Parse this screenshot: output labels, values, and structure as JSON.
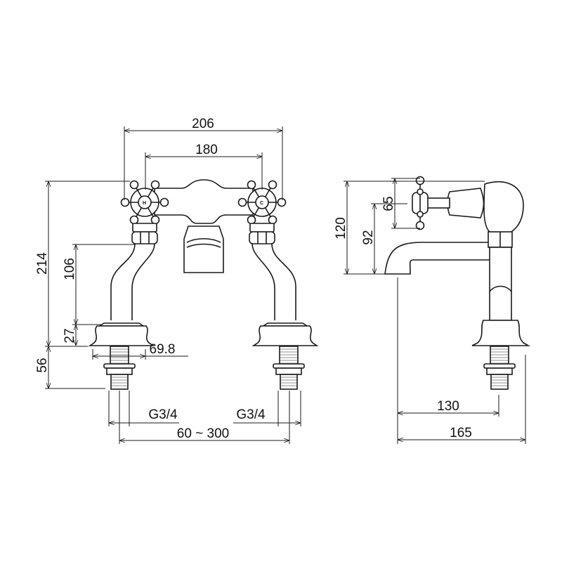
{
  "dimensions": {
    "overall_width": "206",
    "handle_centres": "180",
    "overall_height": "214",
    "spout_height": "106",
    "base_height": "27",
    "shank_length": "56",
    "base_diameter": "69.8",
    "thread_left": "G3/4",
    "thread_right": "G3/4",
    "centres_range": "60 ~ 300",
    "side_height": "120",
    "side_spout_height": "92",
    "handle_height": "65",
    "spout_projection": "130",
    "overall_depth": "165"
  },
  "handle_labels": {
    "hot": "H",
    "cold": "C"
  }
}
